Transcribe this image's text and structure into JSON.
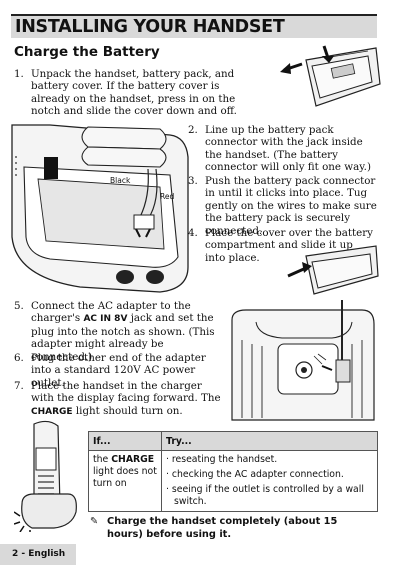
{
  "header": {
    "title": "INSTALLING YOUR HANDSET"
  },
  "section": {
    "title": "Charge the Battery"
  },
  "steps": {
    "s1": {
      "num": "1.",
      "text": "Unpack the handset, battery pack, and battery cover. If the battery cover is already on the handset, press in on the notch and slide the cover down and off."
    },
    "s2": {
      "num": "2.",
      "text": "Line up the battery pack connector with the jack inside the handset. (The battery connector will only fit one way.)"
    },
    "s3": {
      "num": "3.",
      "text": "Push the battery pack connector in until it clicks into place. Tug gently on the wires to make sure the battery pack is securely connected."
    },
    "s4": {
      "num": "4.",
      "text": "Place the cover over the battery compartment and slide it up into place."
    },
    "s5": {
      "num": "5.",
      "pre": "Connect the AC adapter to the charger's ",
      "bold": "AC IN 8V",
      "post": " jack and set the plug into the notch as shown. (This adapter might already be connected.)"
    },
    "s6": {
      "num": "6.",
      "text": "Plug the other end of the adapter into a standard 120V AC power outlet."
    },
    "s7": {
      "num": "7.",
      "pre": "Place the handset in the charger with the display facing forward. The ",
      "bold": "CHARGE",
      "post": " light should turn on."
    }
  },
  "diagram_labels": {
    "black": "Black",
    "red": "Red"
  },
  "table": {
    "col_if": "If...",
    "col_try": "Try...",
    "if_pre": "the ",
    "if_bold": "CHARGE",
    "if_post": " light does not turn on",
    "try_items": [
      "· reseating the handset.",
      "· checking the AC adapter connection.",
      "· seeing if the outlet is controlled by a wall switch."
    ]
  },
  "note": {
    "icon": "✎",
    "text": "Charge the handset completely (about 15 hours) before using it."
  },
  "footer": {
    "page_label": "2 - English"
  }
}
